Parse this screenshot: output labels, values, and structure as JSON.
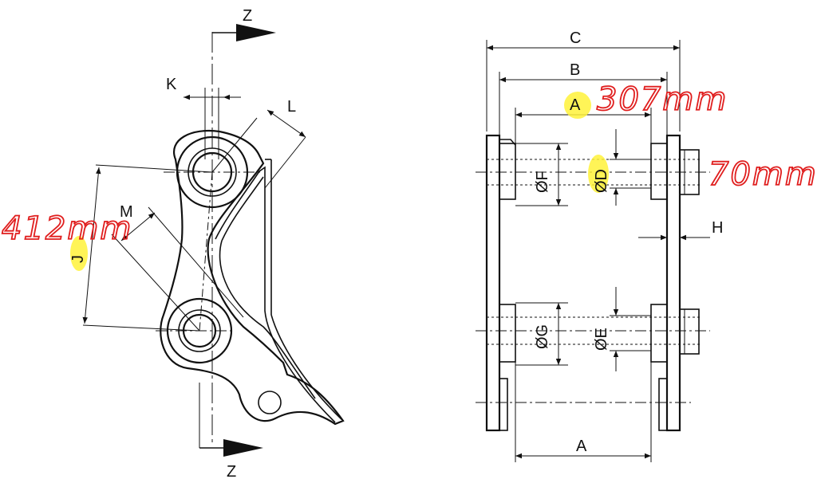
{
  "labels": {
    "z_top": "Z",
    "z_bottom": "Z",
    "k": "K",
    "l": "L",
    "m": "M",
    "j": "J",
    "c": "C",
    "b": "B",
    "a_top": "A",
    "a_bottom": "A",
    "f": "ØF",
    "g": "ØG",
    "d": "ØD",
    "e": "ØE",
    "h": "H"
  },
  "annotations": {
    "a_value": "307mm",
    "d_value": "70mm",
    "j_value": "412mm"
  },
  "colors": {
    "line": "#111111",
    "handwriting": "#e01e1e",
    "highlight": "#fff23a"
  }
}
